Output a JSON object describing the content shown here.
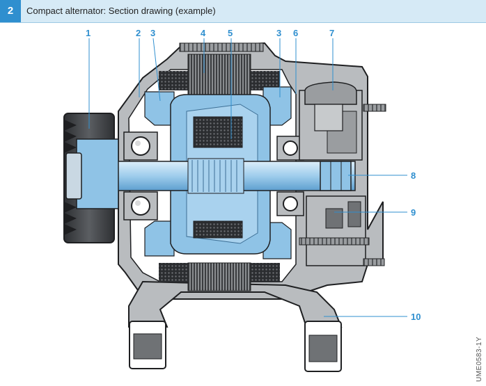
{
  "header": {
    "figure_number": "2",
    "title": "Compact alternator: Section drawing (example)"
  },
  "image_code": "UME0583-1Y",
  "callouts": [
    {
      "label": "1"
    },
    {
      "label": "2"
    },
    {
      "label": "3"
    },
    {
      "label": "4"
    },
    {
      "label": "5"
    },
    {
      "label": "3"
    },
    {
      "label": "6"
    },
    {
      "label": "7"
    },
    {
      "label": "8"
    },
    {
      "label": "9"
    },
    {
      "label": "10"
    }
  ],
  "colors": {
    "accent": "#2f8fcf",
    "header_bg": "#d6eaf6",
    "part_blue": "#8fc3e6",
    "part_blue_dark": "#5e9fcf",
    "housing_grey": "#b9bcbf",
    "dark_grey": "#4a4d50",
    "winding": "#2b2d30"
  }
}
